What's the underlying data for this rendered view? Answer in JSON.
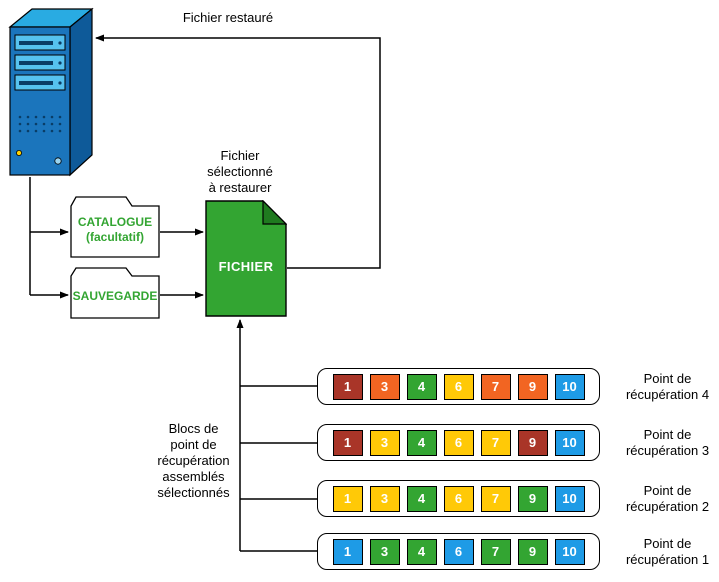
{
  "labels": {
    "restored_file": "Fichier restauré",
    "selected_file": "Fichier\nsélectionné\nà restaurer",
    "blocks_note": "Blocs de\npoint de\nrécupération\nassemblés\nsélectionnés",
    "catalogue": "CATALOGUE\n(facultatif)",
    "sauvegarde": "SAUVEGARDE",
    "fichier": "FICHIER"
  },
  "colors": {
    "red": "#A93528",
    "orange": "#F26522",
    "yellow": "#FFC907",
    "green": "#33A532",
    "blue": "#1E9BE6",
    "doc_green": "#33A532",
    "doc_fold": "#1F7A1F",
    "folder_text": "#33A532",
    "folder_fill": "#FFFFFF",
    "server_front": "#1B75BC",
    "server_top": "#29ABE2",
    "server_side": "#0E5A99",
    "server_bay": "#56C2EF",
    "server_slot": "#0A3D66",
    "led_yellow": "#FFD200",
    "button_blue": "#9AD4F0"
  },
  "recovery_points": [
    {
      "label": "Point de\nrécupération 4",
      "blocks": [
        {
          "num": "1",
          "color": "red"
        },
        {
          "num": "3",
          "color": "orange"
        },
        {
          "num": "4",
          "color": "green"
        },
        {
          "num": "6",
          "color": "yellow"
        },
        {
          "num": "7",
          "color": "orange"
        },
        {
          "num": "9",
          "color": "orange"
        },
        {
          "num": "10",
          "color": "blue"
        }
      ]
    },
    {
      "label": "Point de\nrécupération 3",
      "blocks": [
        {
          "num": "1",
          "color": "red"
        },
        {
          "num": "3",
          "color": "yellow"
        },
        {
          "num": "4",
          "color": "green"
        },
        {
          "num": "6",
          "color": "yellow"
        },
        {
          "num": "7",
          "color": "yellow"
        },
        {
          "num": "9",
          "color": "red"
        },
        {
          "num": "10",
          "color": "blue"
        }
      ]
    },
    {
      "label": "Point de\nrécupération 2",
      "blocks": [
        {
          "num": "1",
          "color": "yellow"
        },
        {
          "num": "3",
          "color": "yellow"
        },
        {
          "num": "4",
          "color": "green"
        },
        {
          "num": "6",
          "color": "yellow"
        },
        {
          "num": "7",
          "color": "yellow"
        },
        {
          "num": "9",
          "color": "green"
        },
        {
          "num": "10",
          "color": "blue"
        }
      ]
    },
    {
      "label": "Point de\nrécupération 1",
      "blocks": [
        {
          "num": "1",
          "color": "blue"
        },
        {
          "num": "3",
          "color": "green"
        },
        {
          "num": "4",
          "color": "green"
        },
        {
          "num": "6",
          "color": "blue"
        },
        {
          "num": "7",
          "color": "green"
        },
        {
          "num": "9",
          "color": "green"
        },
        {
          "num": "10",
          "color": "blue"
        }
      ]
    }
  ]
}
